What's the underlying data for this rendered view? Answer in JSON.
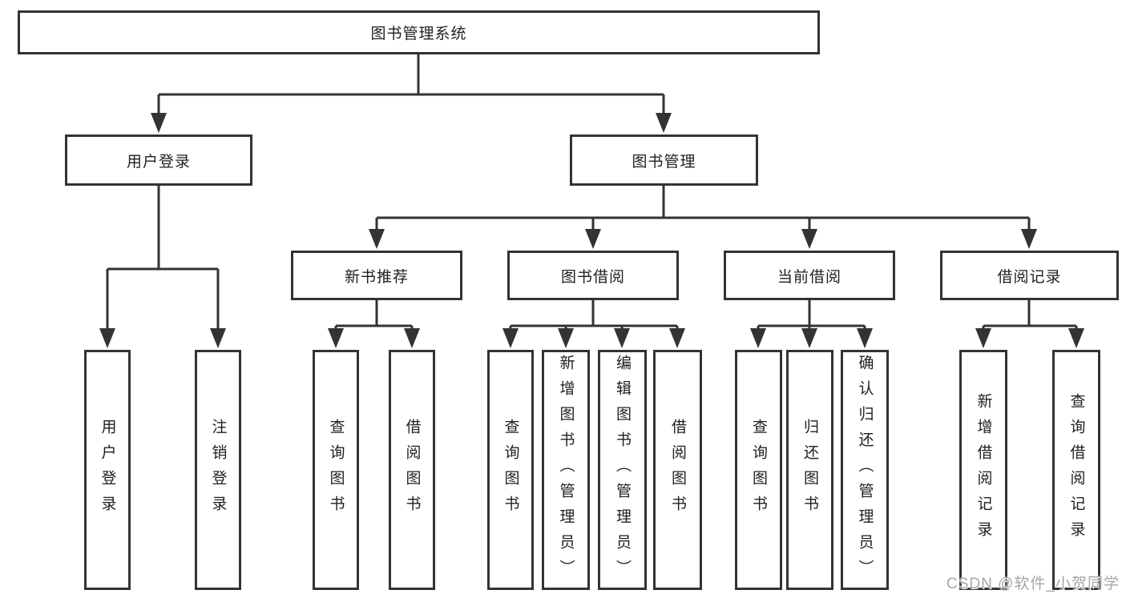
{
  "diagram": {
    "root": {
      "label": "图书管理系统"
    },
    "level2": {
      "user_login": {
        "label": "用户登录"
      },
      "book_management": {
        "label": "图书管理"
      }
    },
    "level3": {
      "new_book_recommend": {
        "label": "新书推荐"
      },
      "book_borrowing": {
        "label": "图书借阅"
      },
      "current_borrowing": {
        "label": "当前借阅"
      },
      "borrowing_records": {
        "label": "借阅记录"
      }
    },
    "leaves": {
      "user_login": {
        "label": "用户登录"
      },
      "logout": {
        "label": "注销登录"
      },
      "rec_query_book": {
        "label": "查询图书"
      },
      "rec_borrow_book": {
        "label": "借阅图书"
      },
      "bb_query_book": {
        "label": "查询图书"
      },
      "bb_add_book_admin": {
        "label": "新增图书（管理员）"
      },
      "bb_edit_book_admin": {
        "label": "编辑图书（管理员）"
      },
      "bb_borrow_book": {
        "label": "借阅图书"
      },
      "cb_query_book": {
        "label": "查询图书"
      },
      "cb_return_book": {
        "label": "归还图书"
      },
      "cb_confirm_return_admin": {
        "label": "确认归还（管理员）"
      },
      "br_add_record": {
        "label": "新增借阅记录"
      },
      "br_query_record": {
        "label": "查询借阅记录"
      }
    },
    "colors": {
      "line": "#333333",
      "box_fill": "#ffffff",
      "text": "#1f1f1f",
      "watermark": "#a6a6a6"
    }
  },
  "watermark": {
    "text": "CSDN @软件_小贺同学"
  }
}
